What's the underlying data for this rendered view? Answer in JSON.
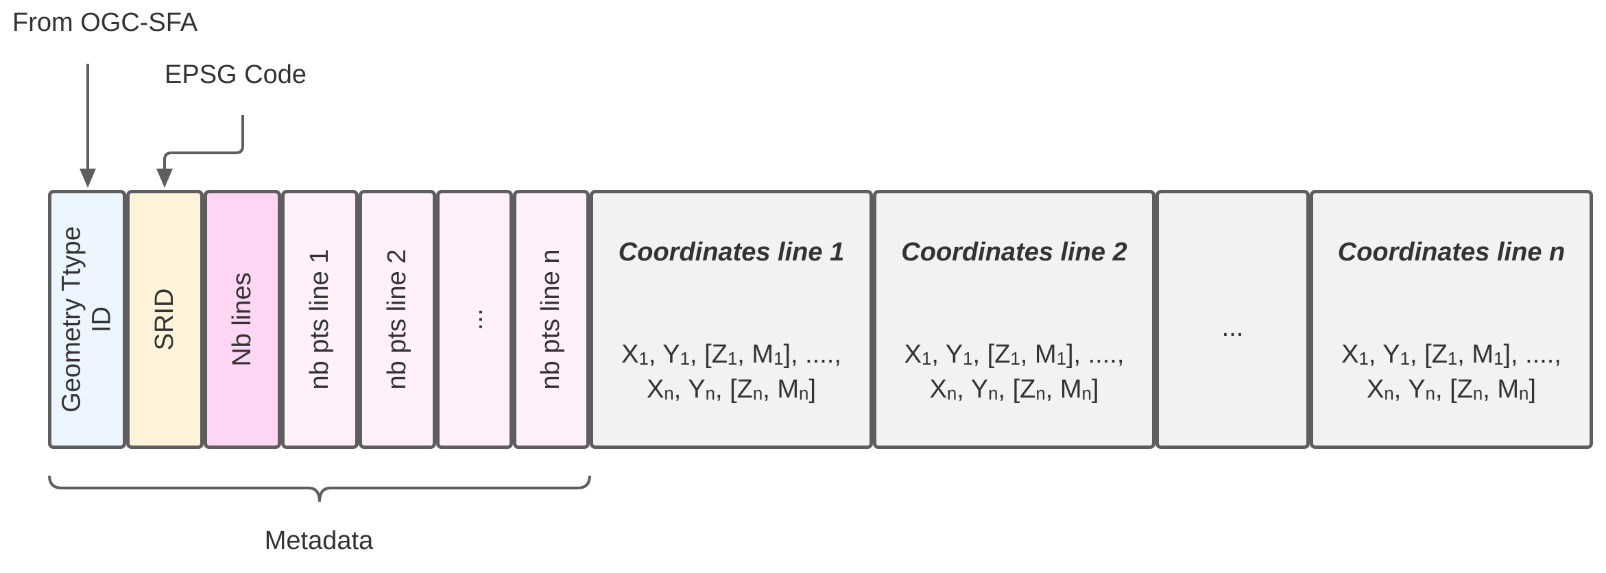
{
  "annotations": {
    "from_ogc": "From OGC-SFA",
    "epsg_code": "EPSG Code",
    "metadata": "Metadata"
  },
  "fields": {
    "geometry_type_line1": "Geometry Ttype",
    "geometry_type_line2": "ID",
    "srid": "SRID",
    "nb_lines": "Nb lines",
    "nb_pts_line_1": "nb pts line 1",
    "nb_pts_line_2": "nb pts line 2",
    "ellipsis": "...",
    "nb_pts_line_n": "nb pts line n"
  },
  "coordinates": {
    "line1_title": "Coordinates line 1",
    "line2_title": "Coordinates line 2",
    "ellipsis": "...",
    "linen_title": "Coordinates line n"
  },
  "formula": {
    "x": "X",
    "y": "Y",
    "z": "Z",
    "m": "M",
    "sub_1": "1",
    "sub_n": "n",
    "sep": ", ",
    "open_bracket": "[",
    "close_bracket": "]",
    "dots": ", ....,"
  },
  "colors": {
    "stroke": "#5e5e5e",
    "text": "#333333",
    "geometry_fill": "#edf5ff",
    "srid_fill": "#fff3d9",
    "nb_lines_fill": "#ffd6f3",
    "nb_pts_fill": "#fff0fa",
    "coords_fill": "#f1f2f4"
  }
}
